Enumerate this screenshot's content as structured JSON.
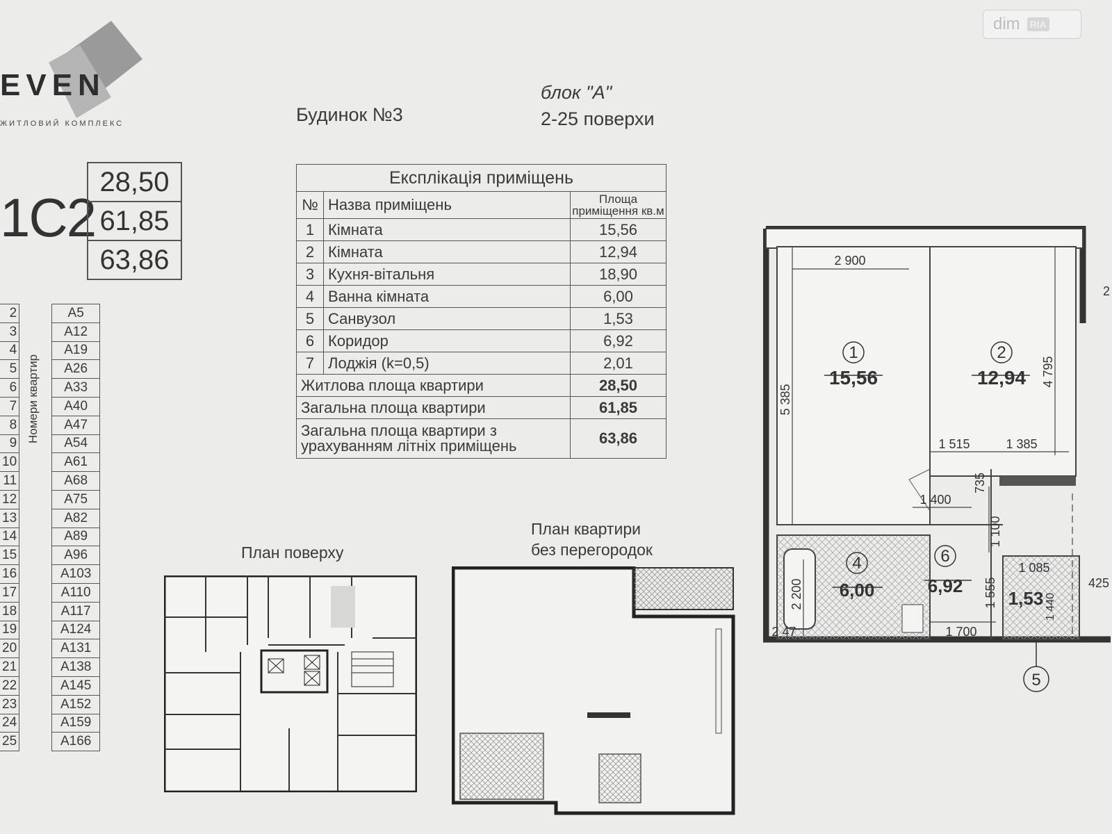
{
  "logo": {
    "word": "EVEN",
    "subtitle": "ЖИТЛОВИЙ КОМПЛЕКС"
  },
  "watermark": {
    "text": "dim",
    "badge": "RIA"
  },
  "header": {
    "building": "Будинок №3",
    "block": "блок \"А\"",
    "floors": "2-25 поверхи"
  },
  "apartment_type": {
    "code": "1С2",
    "areas": [
      "28,50",
      "61,85",
      "63,86"
    ]
  },
  "floor_table": {
    "column_label": "Номери квартир",
    "rows": [
      {
        "floor": "2",
        "apt": "A5"
      },
      {
        "floor": "3",
        "apt": "A12"
      },
      {
        "floor": "4",
        "apt": "A19"
      },
      {
        "floor": "5",
        "apt": "A26"
      },
      {
        "floor": "6",
        "apt": "A33"
      },
      {
        "floor": "7",
        "apt": "A40"
      },
      {
        "floor": "8",
        "apt": "A47"
      },
      {
        "floor": "9",
        "apt": "A54"
      },
      {
        "floor": "10",
        "apt": "A61"
      },
      {
        "floor": "11",
        "apt": "A68"
      },
      {
        "floor": "12",
        "apt": "A75"
      },
      {
        "floor": "13",
        "apt": "A82"
      },
      {
        "floor": "14",
        "apt": "A89"
      },
      {
        "floor": "15",
        "apt": "A96"
      },
      {
        "floor": "16",
        "apt": "A103"
      },
      {
        "floor": "17",
        "apt": "A110"
      },
      {
        "floor": "18",
        "apt": "A117"
      },
      {
        "floor": "19",
        "apt": "A124"
      },
      {
        "floor": "20",
        "apt": "A131"
      },
      {
        "floor": "21",
        "apt": "A138"
      },
      {
        "floor": "22",
        "apt": "A145"
      },
      {
        "floor": "23",
        "apt": "A152"
      },
      {
        "floor": "24",
        "apt": "A159"
      },
      {
        "floor": "25",
        "apt": "A166"
      }
    ]
  },
  "explication": {
    "title": "Експлікація приміщень",
    "col_no": "№",
    "col_name": "Назва приміщень",
    "col_area": "Площа приміщення кв.м",
    "rooms": [
      {
        "no": "1",
        "name": "Кімната",
        "area": "15,56"
      },
      {
        "no": "2",
        "name": "Кімната",
        "area": "12,94"
      },
      {
        "no": "3",
        "name": "Кухня-вітальня",
        "area": "18,90"
      },
      {
        "no": "4",
        "name": "Ванна кімната",
        "area": "6,00"
      },
      {
        "no": "5",
        "name": "Санвузол",
        "area": "1,53"
      },
      {
        "no": "6",
        "name": "Коридор",
        "area": "6,92"
      },
      {
        "no": "7",
        "name": "Лоджія (k=0,5)",
        "area": "2,01"
      }
    ],
    "totals": [
      {
        "label": "Житлова площа квартири",
        "value": "28,50"
      },
      {
        "label": "Загальна площа квартири",
        "value": "61,85"
      },
      {
        "label": "Загальна площа квартири з урахуванням літніх приміщень",
        "value": "63,86"
      }
    ]
  },
  "captions": {
    "floor_plan": "План поверху",
    "no_partitions_1": "План квартири",
    "no_partitions_2": "без перегородок"
  },
  "plan": {
    "rooms": [
      {
        "no": "1",
        "area": "15,56"
      },
      {
        "no": "2",
        "area": "12,94"
      },
      {
        "no": "4",
        "area": "6,00"
      },
      {
        "no": "6",
        "area": "6,92"
      },
      {
        "no": "5",
        "area": "1,53"
      }
    ],
    "dims": [
      "2 900",
      "5 385",
      "4 795",
      "1 515",
      "1 385",
      "735",
      "1 400",
      "1 100",
      "2 200",
      "1 555",
      "1 700",
      "2 47",
      "1 085",
      "1 440",
      "425",
      "2"
    ]
  }
}
